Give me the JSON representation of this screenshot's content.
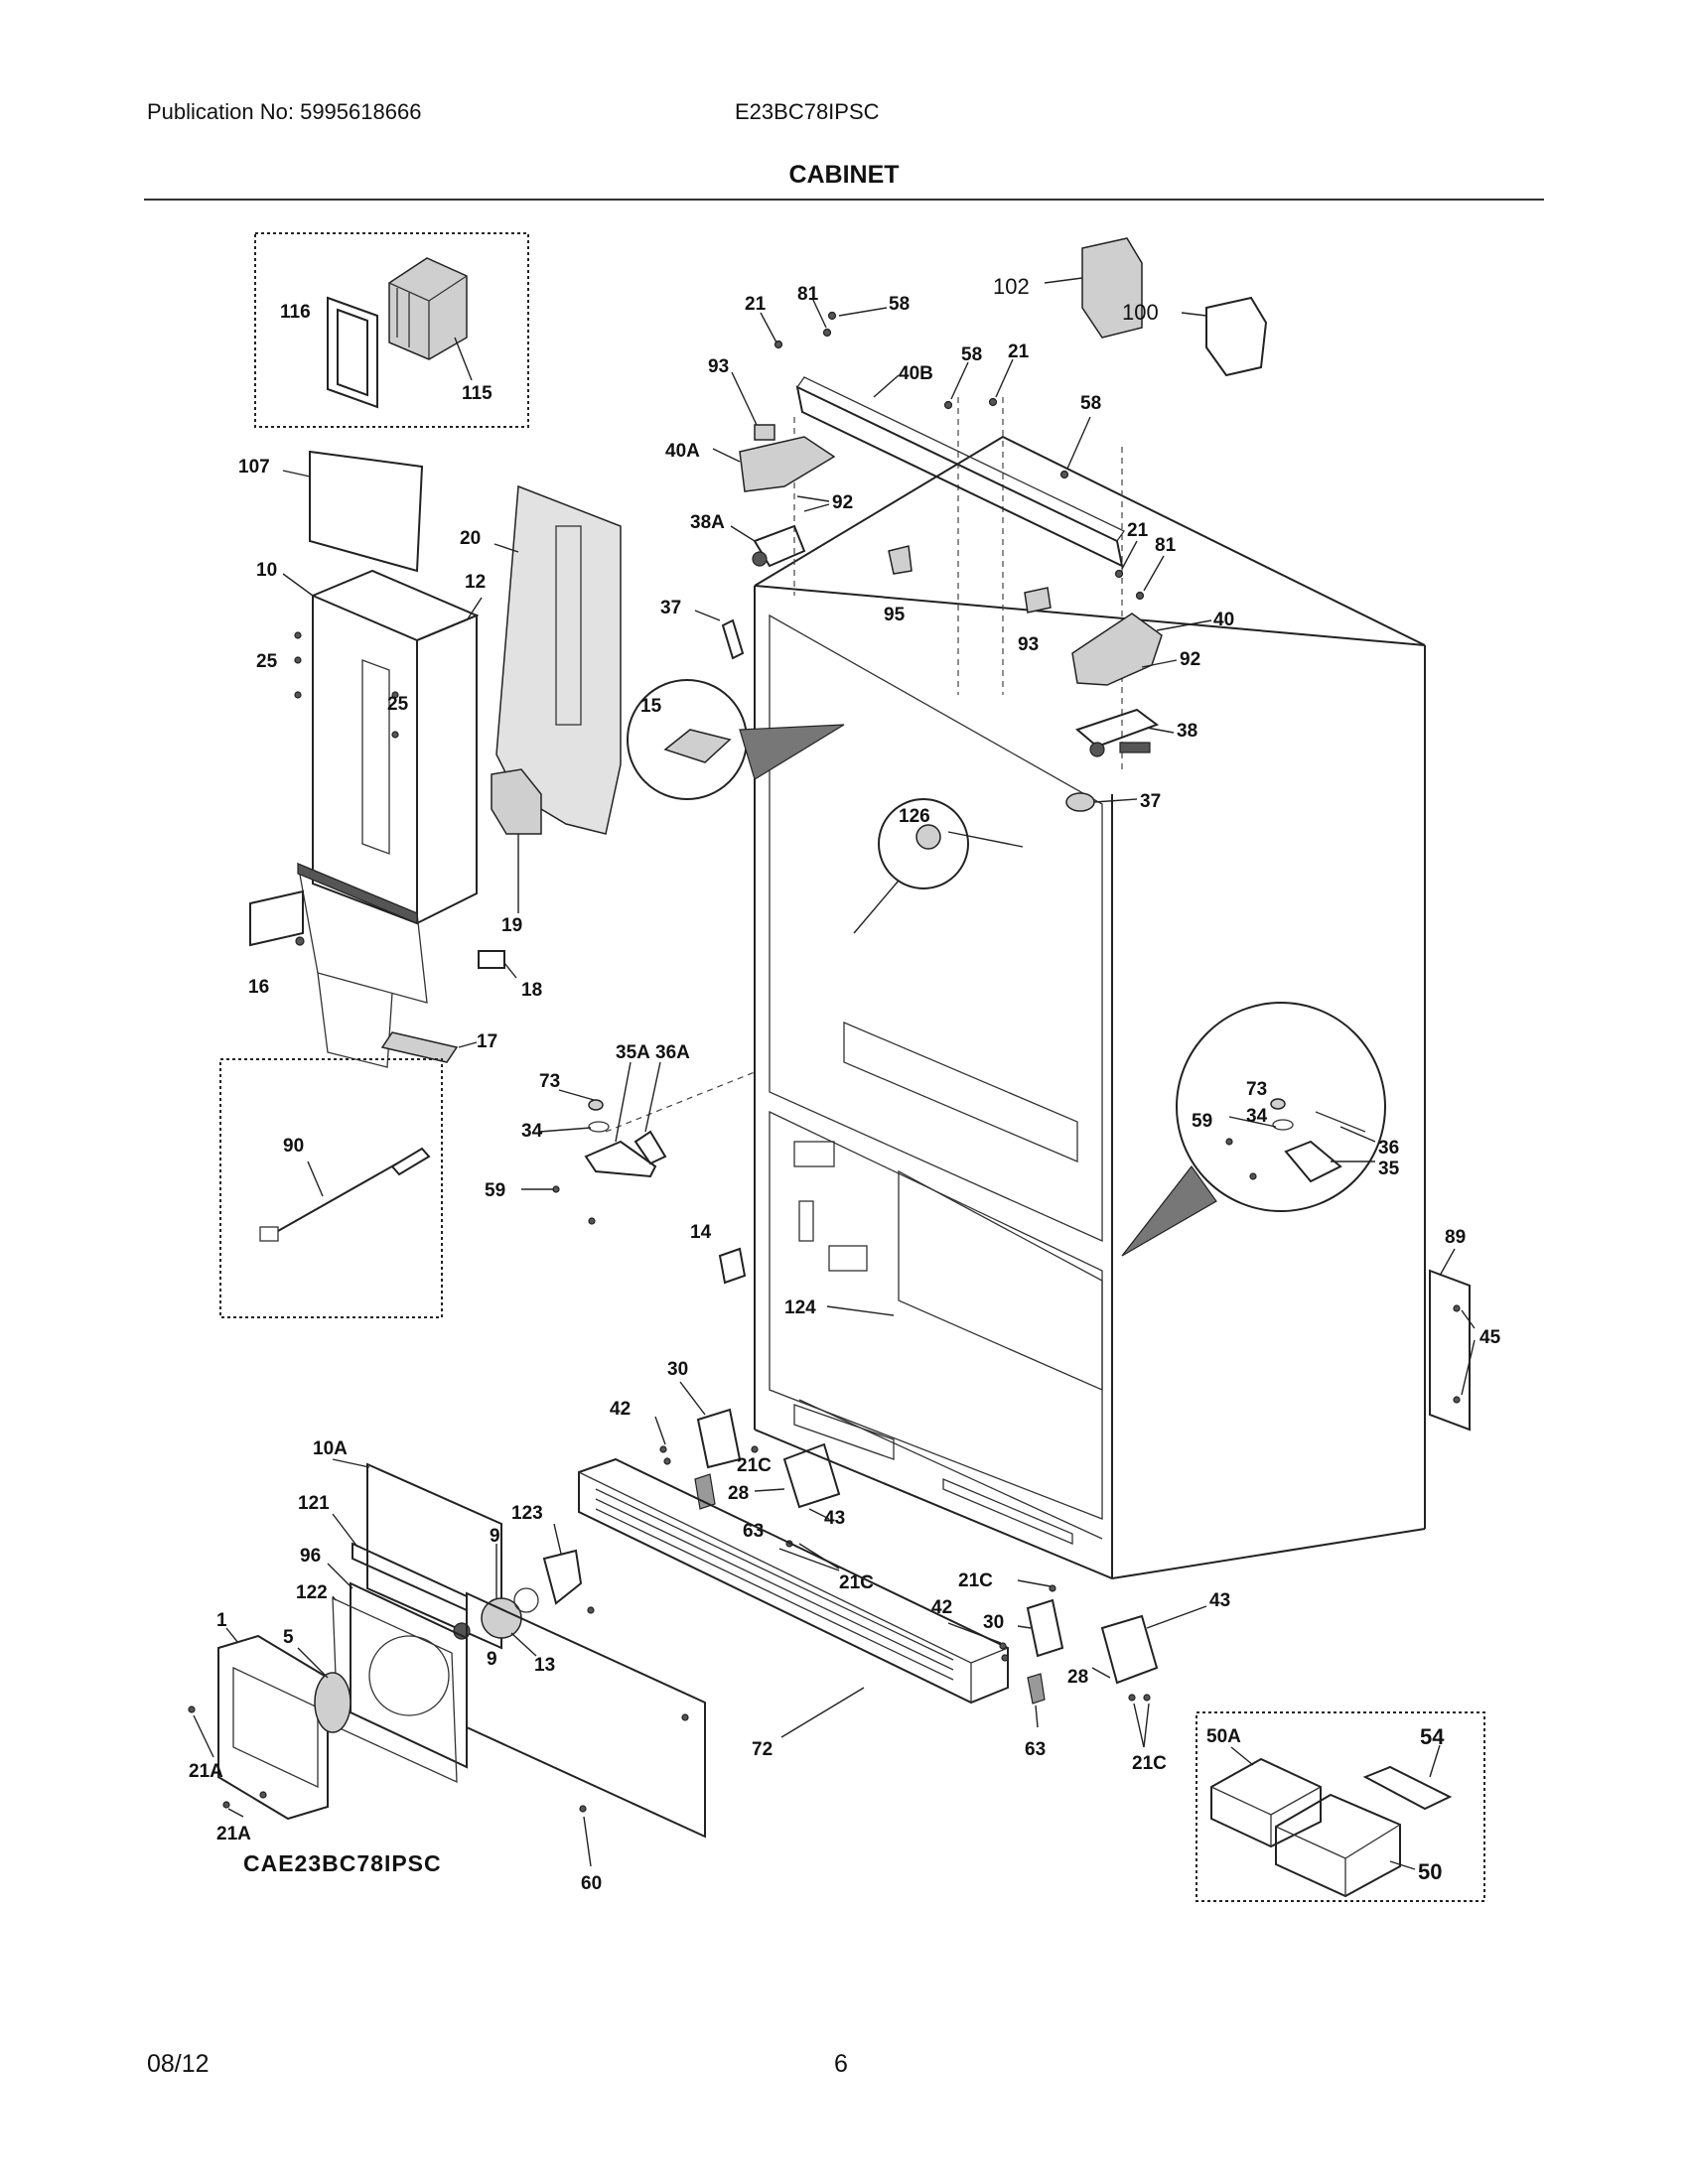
{
  "header": {
    "publication": "Publication No: 5995618666",
    "model": "E23BC78IPSC"
  },
  "title": "CABINET",
  "diagram_code": "CAE23BC78IPSC",
  "footer": {
    "date": "08/12",
    "page": "6"
  },
  "callouts": {
    "c116": "116",
    "c115": "115",
    "c107": "107",
    "c20": "20",
    "c10": "10",
    "c12": "12",
    "c25a": "25",
    "c25b": "25",
    "c15": "15",
    "c19": "19",
    "c16": "16",
    "c18": "18",
    "c17": "17",
    "c90": "90",
    "c21a": "21",
    "c81a": "81",
    "c58a": "58",
    "c93a": "93",
    "c40b": "40B",
    "c58b": "58",
    "c21b": "21",
    "c40a": "40A",
    "c92a": "92",
    "c38a": "38A",
    "c102": "102",
    "c100": "100",
    "c58c": "58",
    "c21c": "21",
    "c81b": "81",
    "c37a": "37",
    "c95": "95",
    "c93b": "93",
    "c40": "40",
    "c92b": "92",
    "c38": "38",
    "c37b": "37",
    "c126": "126",
    "c73a": "73",
    "c35a": "35A",
    "c36a": "36A",
    "c34a": "34",
    "c59a": "59",
    "c14": "14",
    "c124": "124",
    "c73b": "73",
    "c34b": "34",
    "c59b": "59",
    "c36": "36",
    "c35": "35",
    "c89": "89",
    "c45": "45",
    "c30a": "30",
    "c42a": "42",
    "c21ca": "21C",
    "c28a": "28",
    "c63a": "63",
    "c43a": "43",
    "c21cb": "21C",
    "c10a": "10A",
    "c121": "121",
    "c123": "123",
    "c96": "96",
    "c9a": "9",
    "c9b": "9",
    "c122": "122",
    "c13": "13",
    "c1": "1",
    "c5": "5",
    "c21aa": "21A",
    "c21ab": "21A",
    "c72": "72",
    "c60": "60",
    "c21cc": "21C",
    "c42b": "42",
    "c30b": "30",
    "c43b": "43",
    "c28b": "28",
    "c63b": "63",
    "c21cd": "21C",
    "c50a": "50A",
    "c54": "54",
    "c50": "50"
  }
}
